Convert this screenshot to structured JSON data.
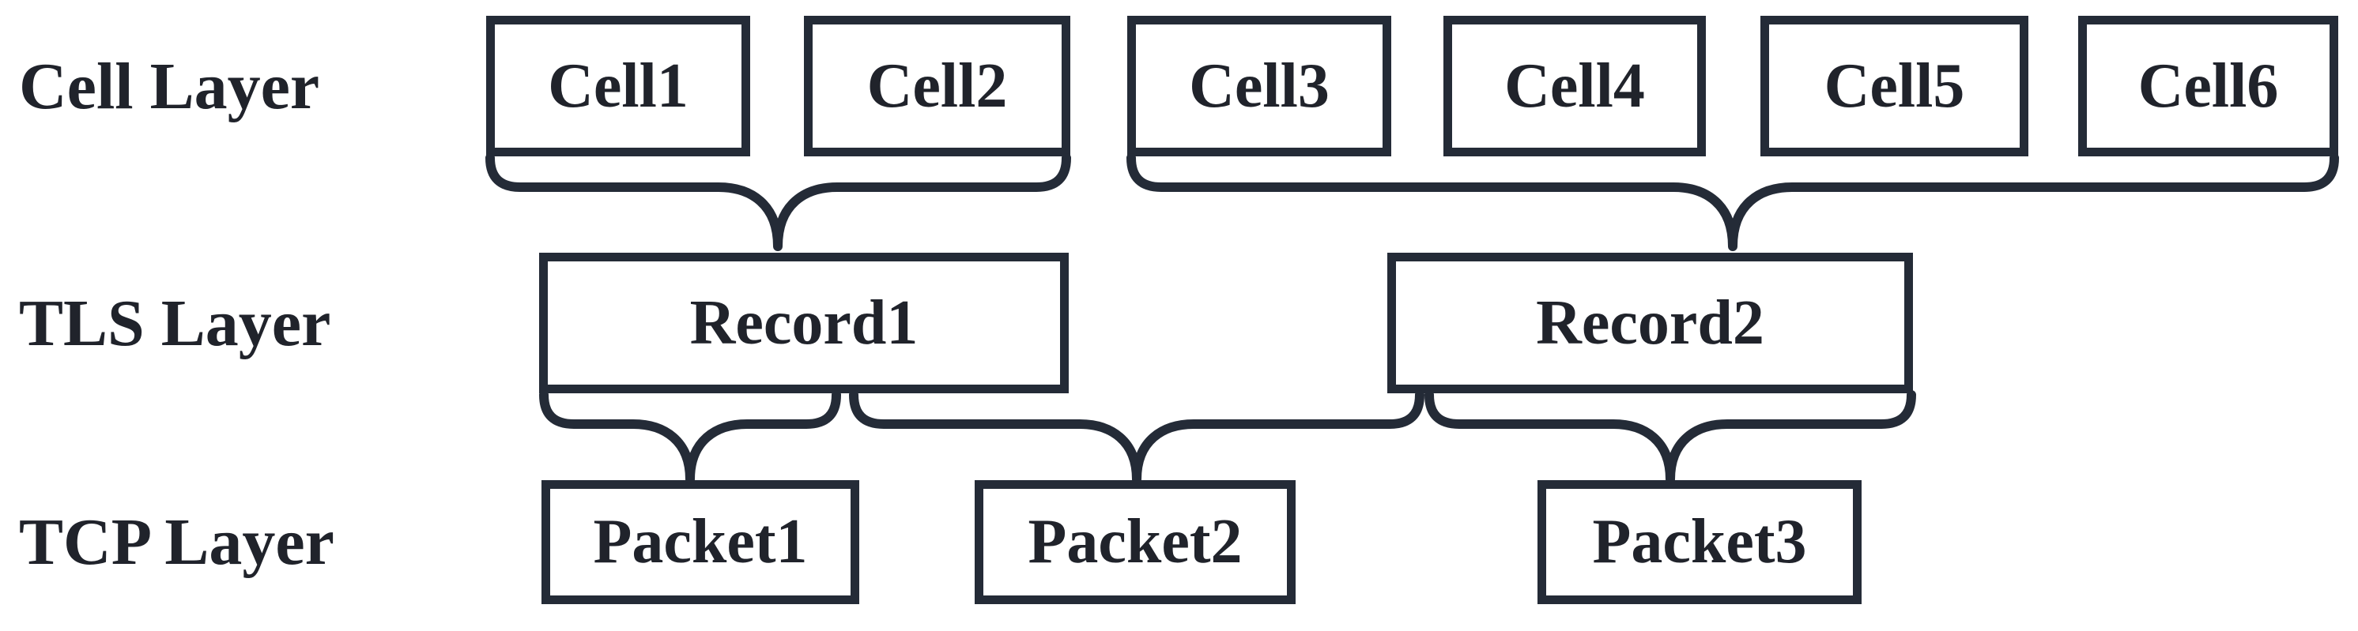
{
  "figure": {
    "layers": [
      {
        "id": "cell",
        "label": "Cell Layer",
        "nodes": [
          "Cell1",
          "Cell2",
          "Cell3",
          "Cell4",
          "Cell5",
          "Cell6"
        ]
      },
      {
        "id": "tls",
        "label": "TLS Layer",
        "nodes": [
          "Record1",
          "Record2"
        ]
      },
      {
        "id": "tcp",
        "label": "TCP Layer",
        "nodes": [
          "Packet1",
          "Packet2",
          "Packet3"
        ]
      }
    ],
    "relations": [
      {
        "from": [
          "Cell1",
          "Cell2"
        ],
        "to": "Record1"
      },
      {
        "from": [
          "Cell3",
          "Cell4",
          "Cell5",
          "Cell6"
        ],
        "to": "Record2"
      },
      {
        "from": [
          "Record1"
        ],
        "to": "Packet1"
      },
      {
        "from": [
          "Record1",
          "Record2"
        ],
        "to": "Packet2"
      },
      {
        "from": [
          "Record2"
        ],
        "to": "Packet3"
      }
    ],
    "colors": {
      "line": "#242b37",
      "text": "#20232b",
      "background": "#ffffff"
    }
  }
}
